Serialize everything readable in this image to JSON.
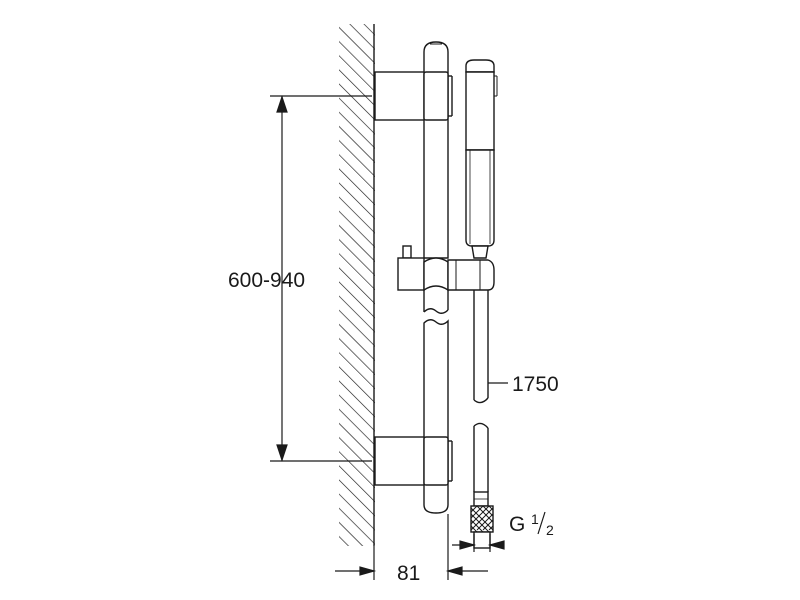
{
  "dimensions": {
    "rail_height_range": "600-940",
    "hose_length": "1750",
    "wall_projection": "81",
    "thread_prefix": "G",
    "thread_numerator": "1",
    "thread_denominator": "2"
  },
  "colors": {
    "line": "#1a1a1a",
    "background": "#ffffff"
  }
}
